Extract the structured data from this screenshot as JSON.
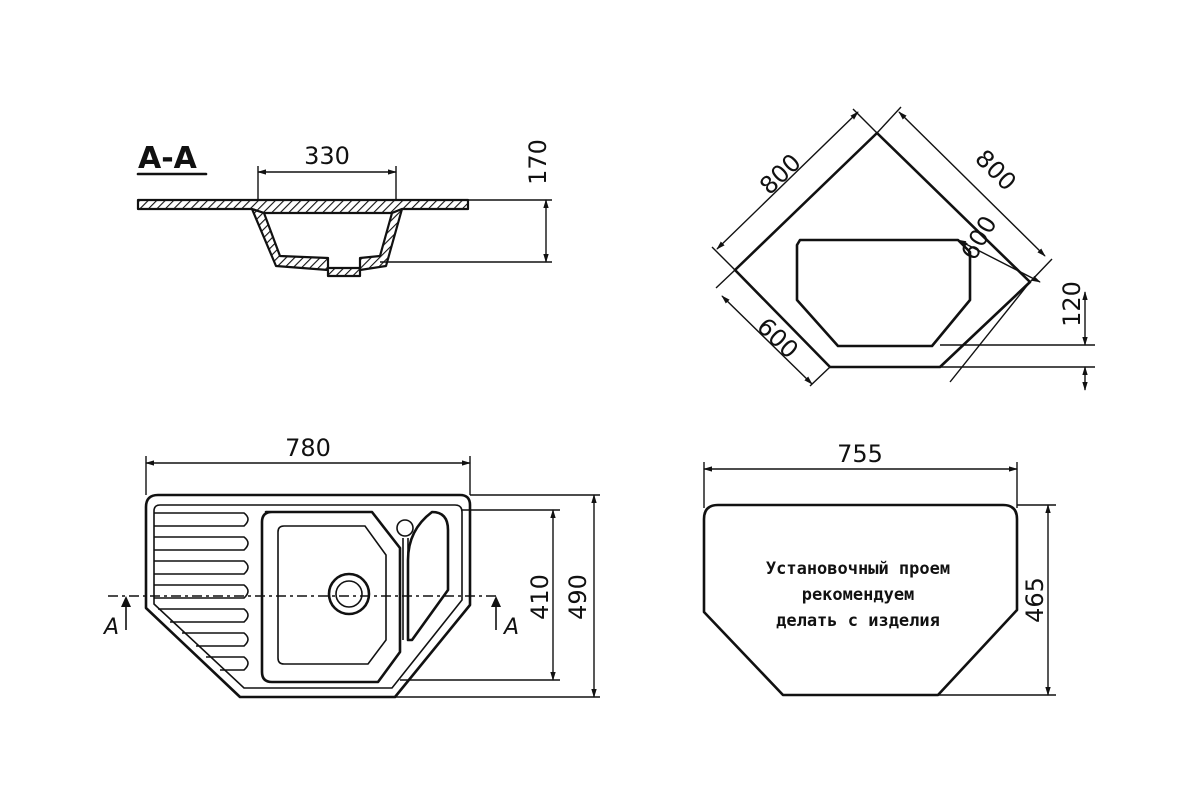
{
  "section": {
    "label": "A-A",
    "width": "330",
    "depth": "170"
  },
  "top_view": {
    "side_a": "800",
    "side_b": "800",
    "inner_a": "600",
    "inner_b": "600",
    "offset": "120"
  },
  "plan_view": {
    "width": "780",
    "height_outer": "490",
    "height_inner": "410",
    "section_mark_left": "A",
    "section_mark_right": "A"
  },
  "cutout_view": {
    "width": "755",
    "height": "465",
    "note_line1": "Установочный проем",
    "note_line2": "рекомендуем",
    "note_line3": "делать с изделия"
  },
  "colors": {
    "ink": "#111111",
    "paper": "#ffffff"
  }
}
